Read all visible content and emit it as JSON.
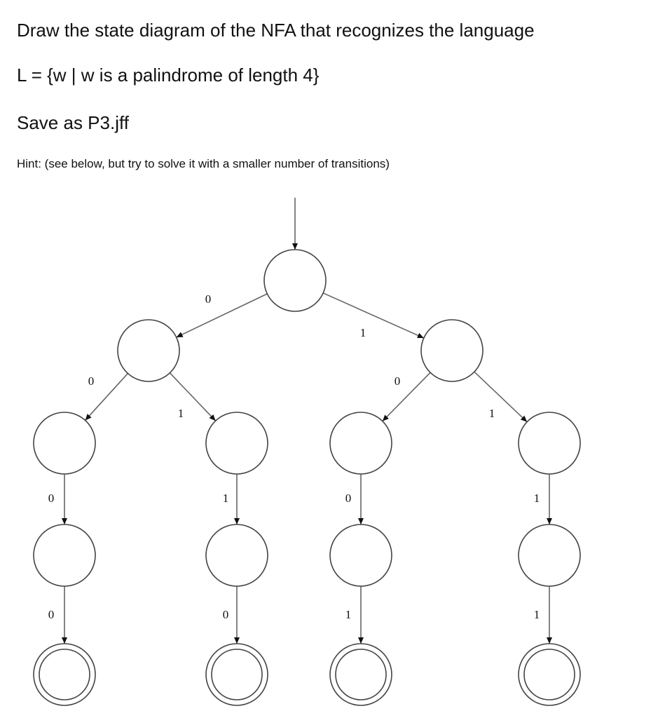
{
  "problem": {
    "line1": "Draw the state diagram of the NFA that recognizes the language",
    "line2": "L = {w | w is a palindrome of length 4}",
    "line3": "Save as P3.jff",
    "hint": "Hint: (see below, but try to solve it with a smaller number of transitions)"
  },
  "diagram": {
    "start_state": "q0",
    "states": [
      {
        "id": "q0",
        "accept": false
      },
      {
        "id": "q1",
        "accept": false
      },
      {
        "id": "q2",
        "accept": false
      },
      {
        "id": "q3",
        "accept": false
      },
      {
        "id": "q4",
        "accept": false
      },
      {
        "id": "q5",
        "accept": false
      },
      {
        "id": "q6",
        "accept": false
      },
      {
        "id": "q7",
        "accept": false
      },
      {
        "id": "q8",
        "accept": false
      },
      {
        "id": "q9",
        "accept": false
      },
      {
        "id": "q10",
        "accept": false
      },
      {
        "id": "q11",
        "accept": true
      },
      {
        "id": "q12",
        "accept": true
      },
      {
        "id": "q13",
        "accept": true
      },
      {
        "id": "q14",
        "accept": true
      }
    ],
    "transitions": [
      {
        "from": "q0",
        "to": "q1",
        "label": "0"
      },
      {
        "from": "q0",
        "to": "q2",
        "label": "1"
      },
      {
        "from": "q1",
        "to": "q3",
        "label": "0"
      },
      {
        "from": "q1",
        "to": "q4",
        "label": "1"
      },
      {
        "from": "q2",
        "to": "q5",
        "label": "0"
      },
      {
        "from": "q2",
        "to": "q6",
        "label": "1"
      },
      {
        "from": "q3",
        "to": "q7",
        "label": "0"
      },
      {
        "from": "q4",
        "to": "q8",
        "label": "1"
      },
      {
        "from": "q5",
        "to": "q9",
        "label": "0"
      },
      {
        "from": "q6",
        "to": "q10",
        "label": "1"
      },
      {
        "from": "q7",
        "to": "q11",
        "label": "0"
      },
      {
        "from": "q8",
        "to": "q12",
        "label": "0"
      },
      {
        "from": "q9",
        "to": "q13",
        "label": "1"
      },
      {
        "from": "q10",
        "to": "q14",
        "label": "1"
      }
    ]
  }
}
